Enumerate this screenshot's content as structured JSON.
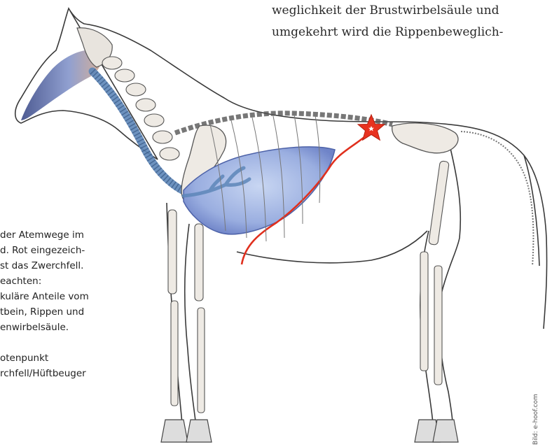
{
  "body_text": {
    "lines": [
      "weglichkeit der Brustwirbelsäule und",
      "umgekehrt wird die Rippenbeweglich-"
    ]
  },
  "caption": {
    "lines": [
      "der Atemwege im",
      "d. Rot eingezeich-",
      "st das Zwerchfell.",
      "eachten:",
      "kuläre Anteile vom",
      "tbein, Rippen und",
      "enwirbelsäule.",
      "",
      "otenpunkt",
      "rchfell/Hüftbeuger"
    ]
  },
  "credit": "Bild: e-hoof.com",
  "colors": {
    "diaphragm_red": "#e0301e",
    "lung_blue": "#8a9fd8",
    "airway_blue": "#5d86b8",
    "outline": "#3a3a3a",
    "star_red": "#e8321f"
  },
  "illustration": {
    "star_icon": "star-icon",
    "subject": "horse-skeleton-respiratory"
  }
}
